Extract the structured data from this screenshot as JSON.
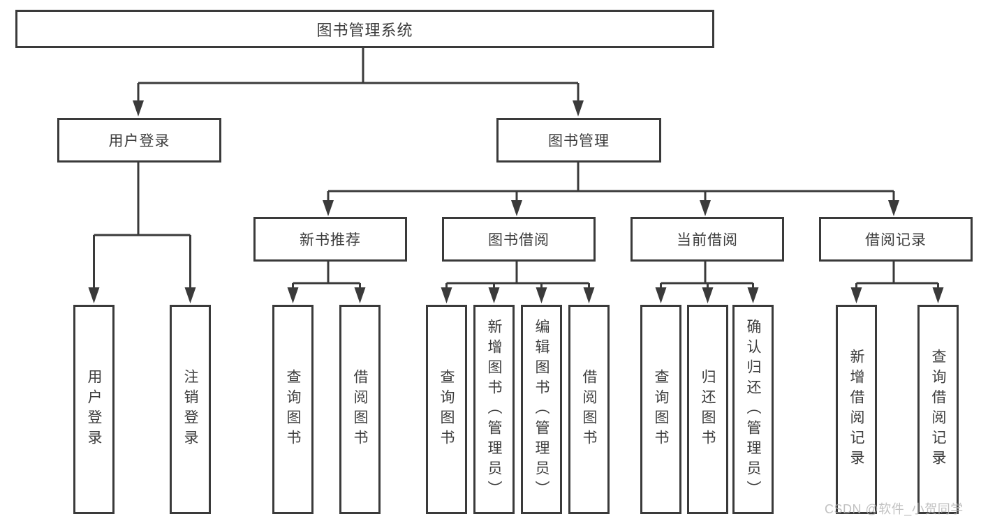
{
  "diagram": {
    "type": "tree-diagram",
    "tree": {
      "root": {
        "label": "图书管理系统"
      },
      "branches": [
        {
          "label": "用户登录",
          "children": [
            {
              "label": "用户登录"
            },
            {
              "label": "注销登录"
            }
          ]
        },
        {
          "label": "图书管理",
          "children": [
            {
              "label": "新书推荐",
              "children": [
                {
                  "label": "查询图书"
                },
                {
                  "label": "借阅图书"
                }
              ]
            },
            {
              "label": "图书借阅",
              "children": [
                {
                  "label": "查询图书"
                },
                {
                  "label": "新增图书（管理员）"
                },
                {
                  "label": "编辑图书（管理员）"
                },
                {
                  "label": "借阅图书"
                }
              ]
            },
            {
              "label": "当前借阅",
              "children": [
                {
                  "label": "查询图书"
                },
                {
                  "label": "归还图书"
                },
                {
                  "label": "确认归还（管理员）"
                }
              ]
            },
            {
              "label": "借阅记录",
              "children": [
                {
                  "label": "新增借阅记录"
                },
                {
                  "label": "查询借阅记录"
                }
              ]
            }
          ]
        }
      ]
    }
  },
  "watermark": {
    "text": "CSDN @软件_小贺同学"
  },
  "colors": {
    "line": "#3a3a3a",
    "text": "#3d3d3d",
    "background": "#ffffff",
    "watermark": "rgba(178,178,178,0.8)"
  }
}
